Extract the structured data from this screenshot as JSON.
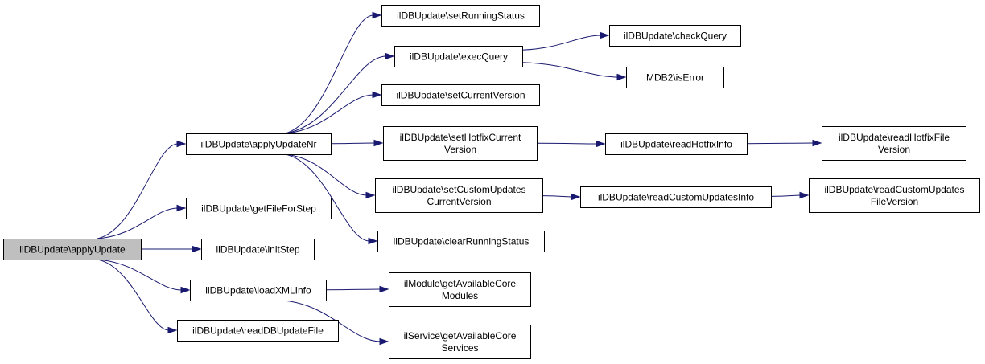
{
  "colors": {
    "edge": "#191970",
    "node_fill": "#ffffff",
    "root_fill": "#bfbfbf",
    "border": "#000000"
  },
  "nodes": {
    "apply_update": {
      "lines": [
        "ilDBUpdate\\applyUpdate"
      ],
      "root": true
    },
    "apply_update_nr": {
      "lines": [
        "ilDBUpdate\\applyUpdateNr"
      ]
    },
    "get_file_for_step": {
      "lines": [
        "ilDBUpdate\\getFileForStep"
      ]
    },
    "init_step": {
      "lines": [
        "ilDBUpdate\\initStep"
      ]
    },
    "load_xml_info": {
      "lines": [
        "ilDBUpdate\\loadXMLInfo"
      ]
    },
    "read_db_update_file": {
      "lines": [
        "ilDBUpdate\\readDBUpdateFile"
      ]
    },
    "set_running_status": {
      "lines": [
        "ilDBUpdate\\setRunningStatus"
      ]
    },
    "exec_query": {
      "lines": [
        "ilDBUpdate\\execQuery"
      ]
    },
    "set_current_version": {
      "lines": [
        "ilDBUpdate\\setCurrentVersion"
      ]
    },
    "set_hotfix_current_version": {
      "lines": [
        "ilDBUpdate\\setHotfixCurrent",
        "Version"
      ]
    },
    "set_custom_updates_current_version": {
      "lines": [
        "ilDBUpdate\\setCustomUpdates",
        "CurrentVersion"
      ]
    },
    "clear_running_status": {
      "lines": [
        "ilDBUpdate\\clearRunningStatus"
      ]
    },
    "check_query": {
      "lines": [
        "ilDBUpdate\\checkQuery"
      ]
    },
    "mdb2_is_error": {
      "lines": [
        "MDB2\\isError"
      ]
    },
    "read_hotfix_info": {
      "lines": [
        "ilDBUpdate\\readHotfixInfo"
      ]
    },
    "read_hotfix_file_version": {
      "lines": [
        "ilDBUpdate\\readHotfixFile",
        "Version"
      ]
    },
    "read_custom_updates_info": {
      "lines": [
        "ilDBUpdate\\readCustomUpdatesInfo"
      ]
    },
    "read_custom_updates_file_version": {
      "lines": [
        "ilDBUpdate\\readCustomUpdates",
        "FileVersion"
      ]
    },
    "module_get_available_core_modules": {
      "lines": [
        "ilModule\\getAvailableCore",
        "Modules"
      ]
    },
    "service_get_available_core_services": {
      "lines": [
        "ilService\\getAvailableCore",
        "Services"
      ]
    }
  },
  "edges": [
    [
      "apply_update",
      "apply_update_nr"
    ],
    [
      "apply_update",
      "get_file_for_step"
    ],
    [
      "apply_update",
      "init_step"
    ],
    [
      "apply_update",
      "load_xml_info"
    ],
    [
      "apply_update",
      "read_db_update_file"
    ],
    [
      "apply_update_nr",
      "set_running_status"
    ],
    [
      "apply_update_nr",
      "exec_query"
    ],
    [
      "apply_update_nr",
      "set_current_version"
    ],
    [
      "apply_update_nr",
      "set_hotfix_current_version"
    ],
    [
      "apply_update_nr",
      "set_custom_updates_current_version"
    ],
    [
      "apply_update_nr",
      "clear_running_status"
    ],
    [
      "exec_query",
      "check_query"
    ],
    [
      "exec_query",
      "mdb2_is_error"
    ],
    [
      "set_hotfix_current_version",
      "read_hotfix_info"
    ],
    [
      "read_hotfix_info",
      "read_hotfix_file_version"
    ],
    [
      "set_custom_updates_current_version",
      "read_custom_updates_info"
    ],
    [
      "read_custom_updates_info",
      "read_custom_updates_file_version"
    ],
    [
      "load_xml_info",
      "module_get_available_core_modules"
    ],
    [
      "load_xml_info",
      "service_get_available_core_services"
    ]
  ]
}
